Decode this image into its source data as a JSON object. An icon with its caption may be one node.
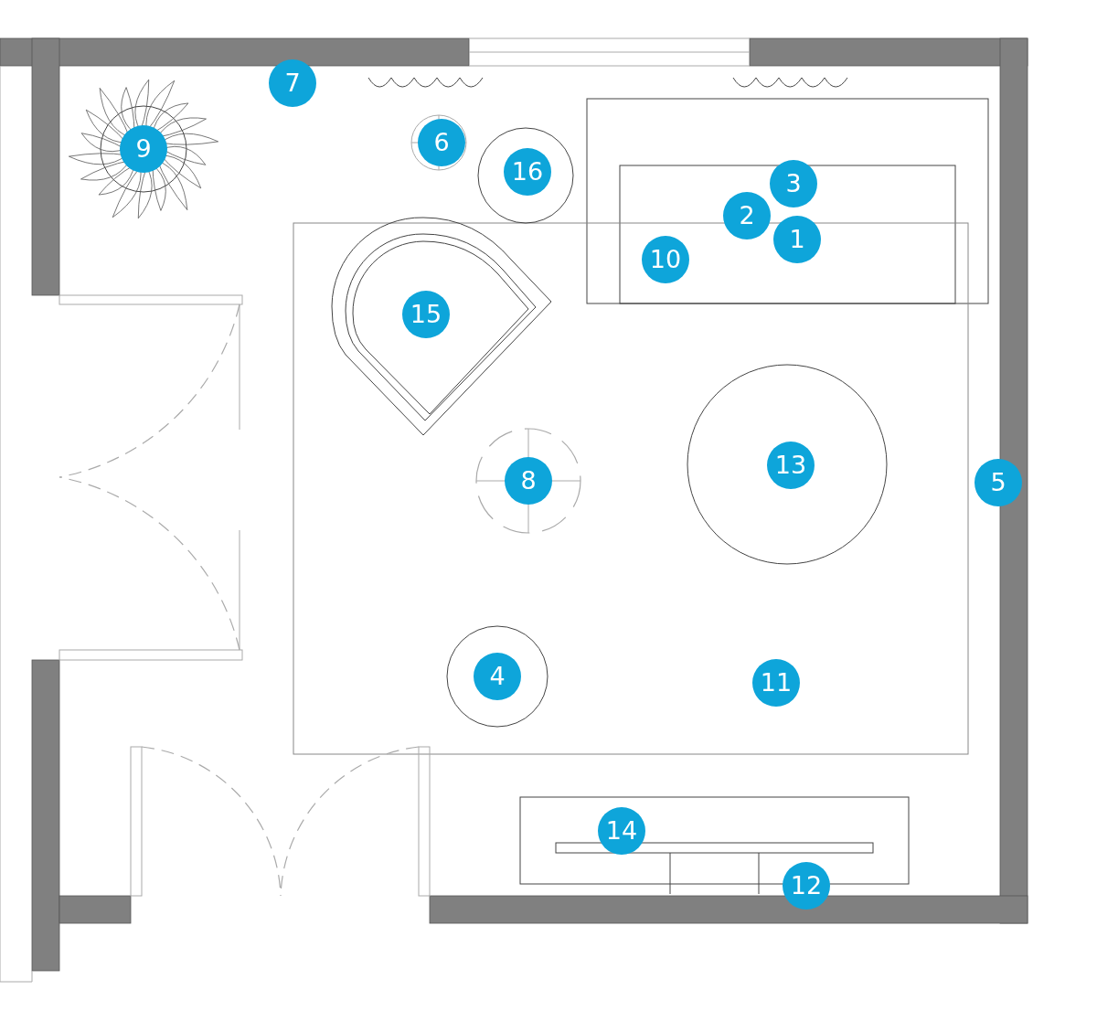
{
  "diagram": {
    "labels": [
      "7",
      "6",
      "9",
      "16",
      "3",
      "2",
      "1",
      "10",
      "15",
      "13",
      "8",
      "5",
      "4",
      "11",
      "14",
      "12"
    ]
  }
}
